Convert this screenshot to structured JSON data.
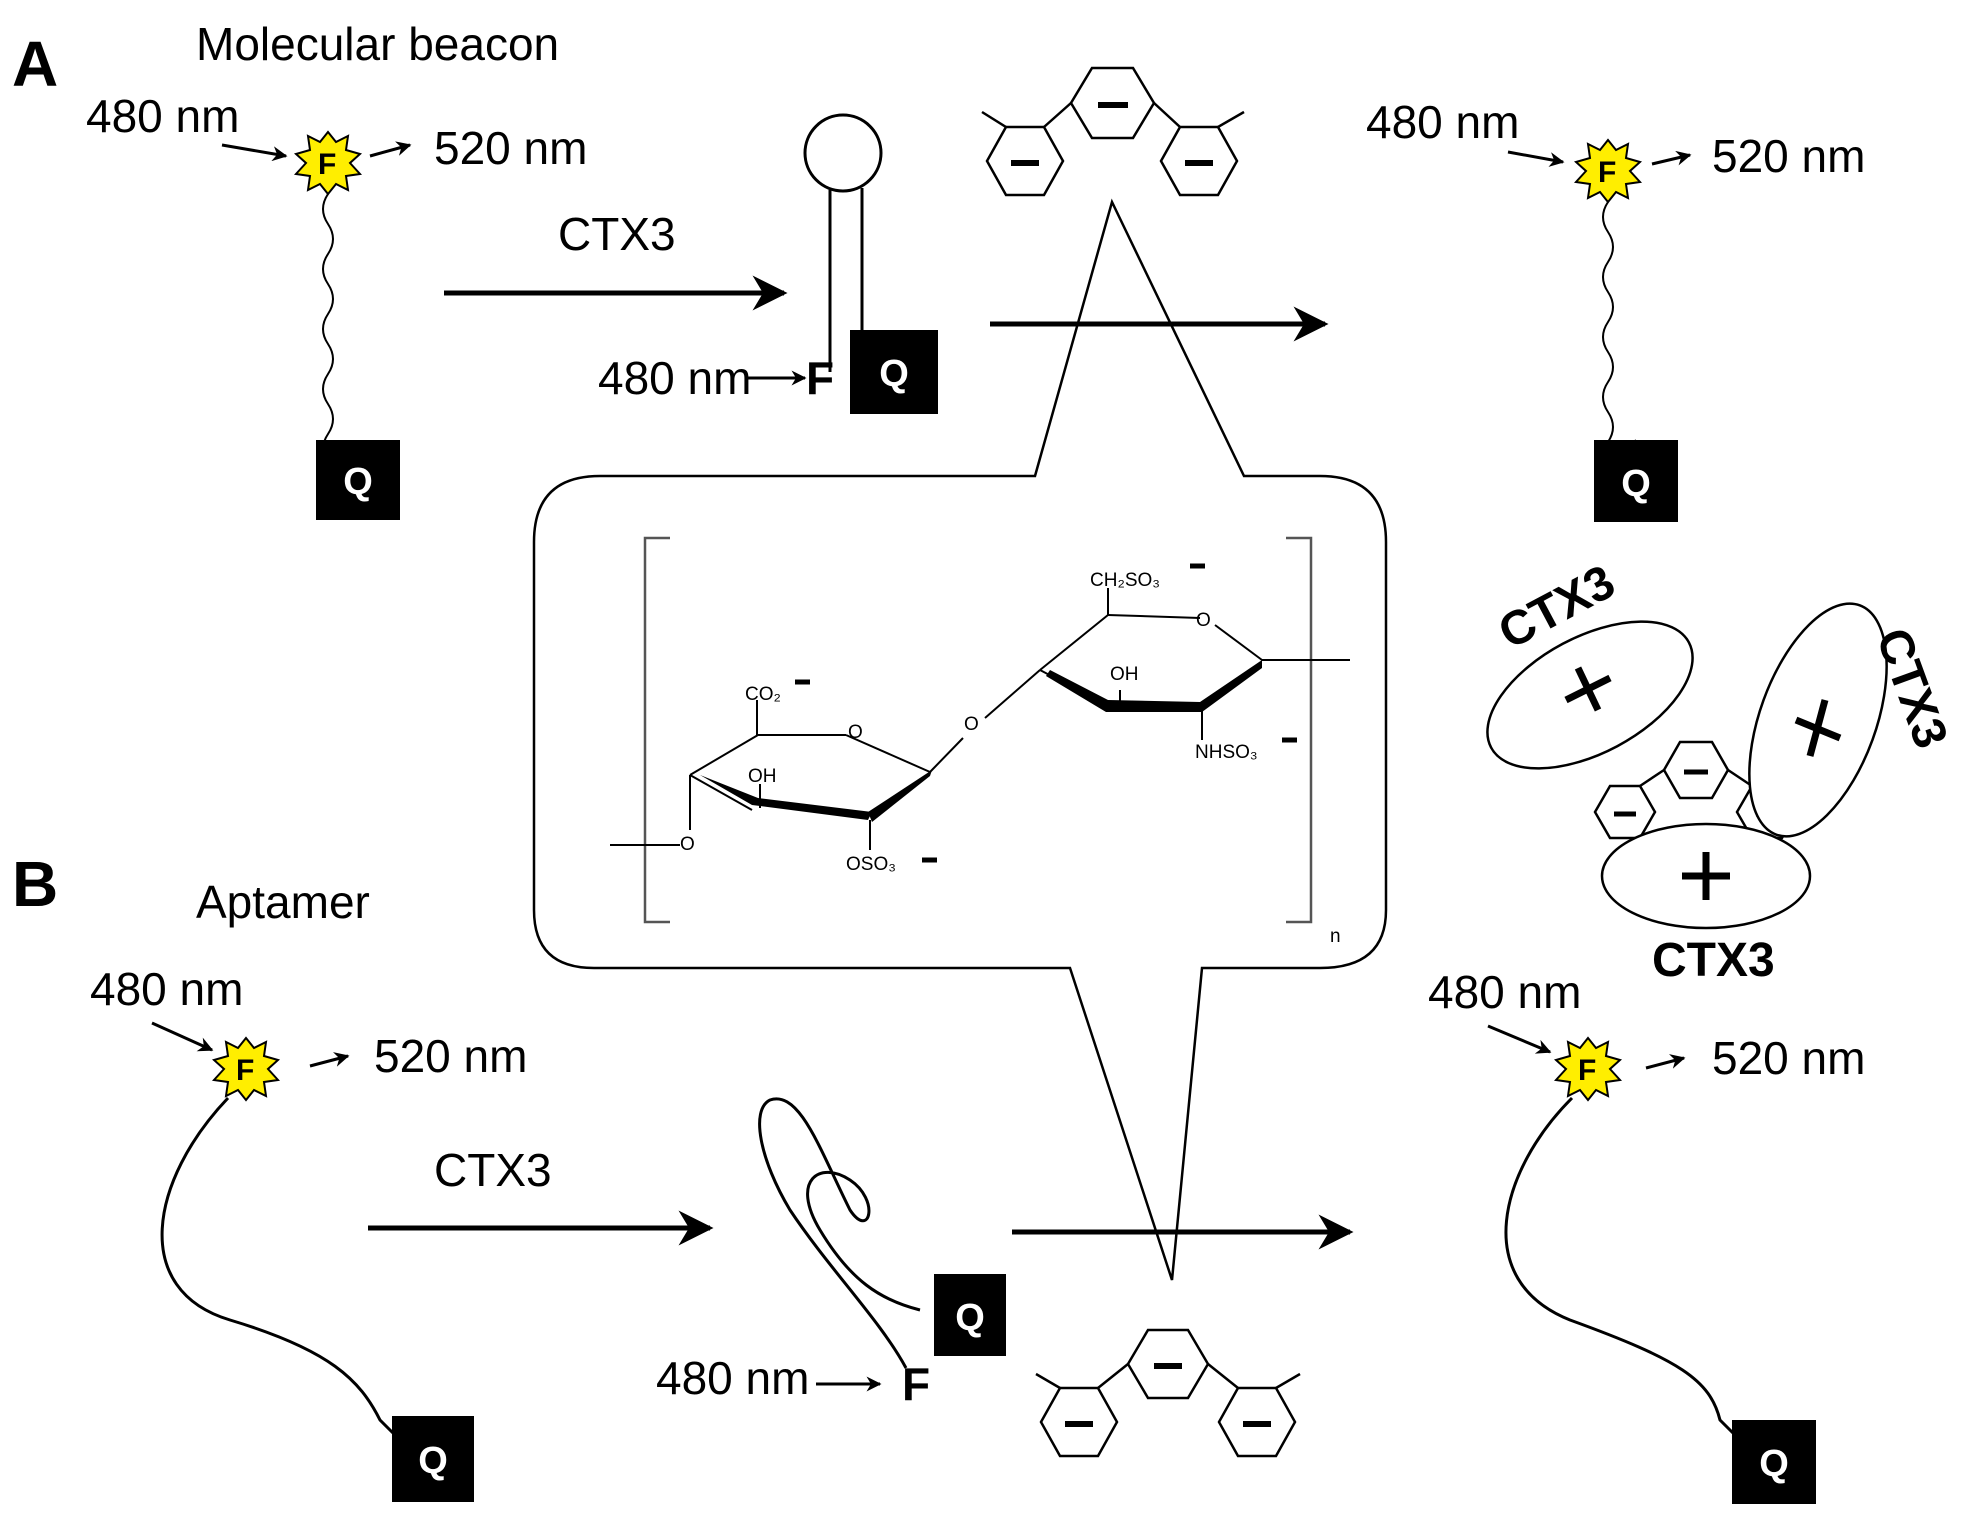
{
  "panel_a": {
    "letter": "A",
    "title": "Molecular beacon",
    "excitation": "480 nm",
    "emission": "520 nm",
    "reagent": "CTX3",
    "hairpin_excitation": "480 nm",
    "fluorophore": "F",
    "quencher": "Q",
    "emission_right_excitation": "480 nm",
    "emission_right": "520 nm"
  },
  "panel_b": {
    "letter": "B",
    "title": "Aptamer",
    "excitation": "480 nm",
    "emission": "520 nm",
    "reagent": "CTX3",
    "folded_excitation": "480 nm",
    "fluorophore": "F",
    "quencher": "Q",
    "emission_right_excitation": "480 nm",
    "emission_right": "520 nm"
  },
  "heparin_structure": {
    "labels": {
      "ch2so3": "CH₂SO₃",
      "co2": "CO₂",
      "oh_left": "OH",
      "oh_right": "OH",
      "oso3": "OSO₃",
      "nhso3": "NHSO₃",
      "ring_o": "O",
      "repeat": "n"
    },
    "charge_symbol": "−"
  },
  "complex": {
    "protein": "CTX3",
    "charge_plus": "+",
    "charge_minus": "−"
  },
  "colors": {
    "fluorophore_fill": "#ffee00",
    "quencher_fill": "#000000",
    "line": "#000000"
  }
}
